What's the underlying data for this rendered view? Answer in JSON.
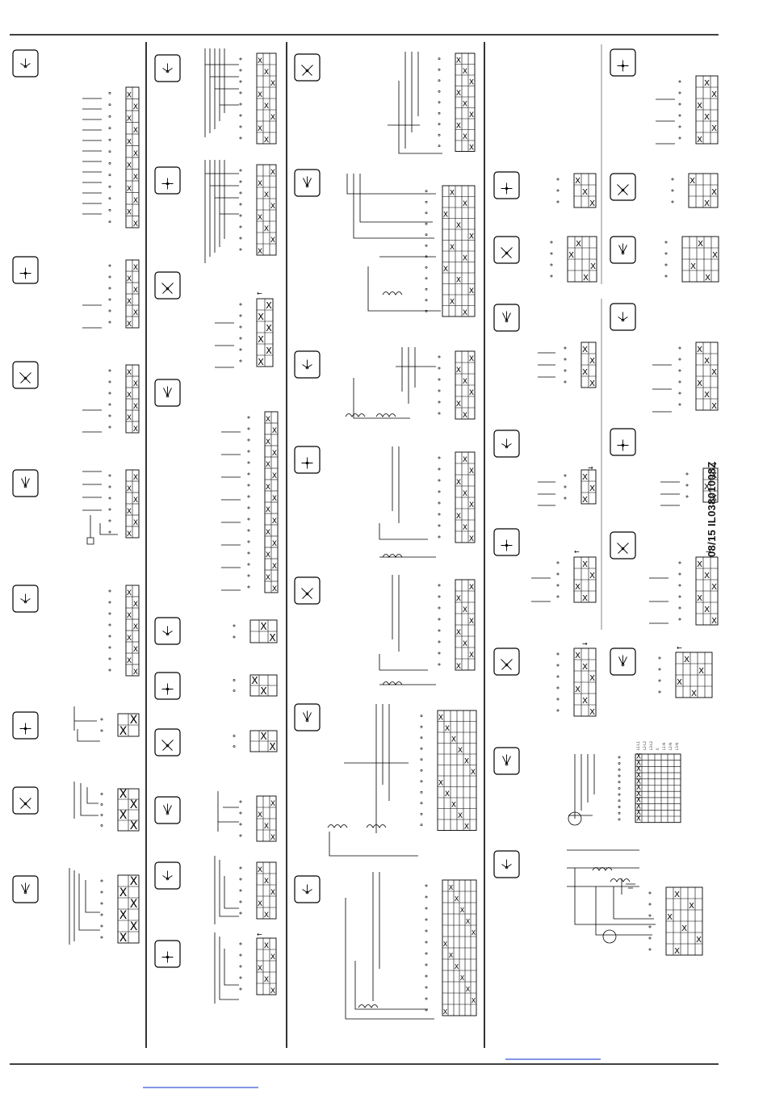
{
  "document_code": "08/15 IL03801008Z",
  "table_mark": "X",
  "direction_marks": [
    "←",
    "→"
  ],
  "column_headers": [
    "L1-L1",
    "L2-L2",
    "L3-L2",
    "0",
    "L1-N",
    "L2-N",
    "L3-N"
  ],
  "symbol_icons": [
    "switch-position-icon",
    "star-symbol-icon",
    "star-delta-symbol-icon",
    "motor-symbol-icon",
    "pole-changing-symbol-icon",
    "crosshair-symbol-icon"
  ]
}
